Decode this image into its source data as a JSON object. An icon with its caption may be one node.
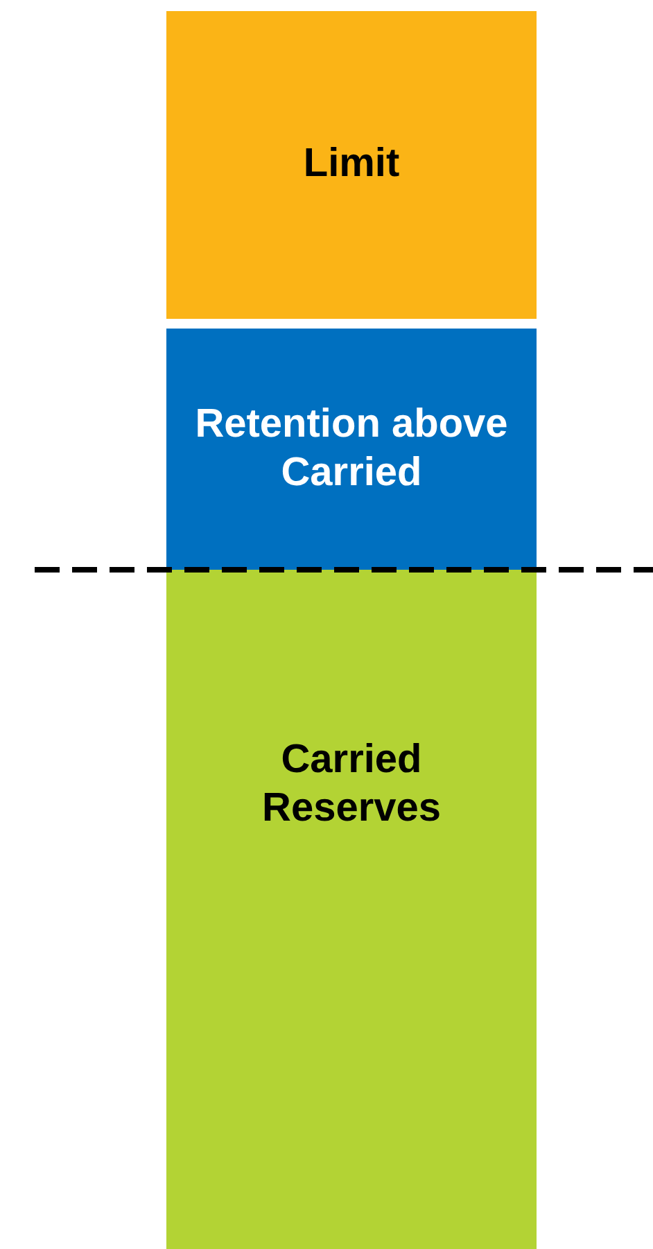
{
  "diagram": {
    "nodes": [
      {
        "text": [
          "Limit"
        ]
      },
      {
        "text": [
          "Retention above Carried"
        ]
      },
      {
        "text": [
          "Carried Reserves"
        ]
      }
    ]
  }
}
